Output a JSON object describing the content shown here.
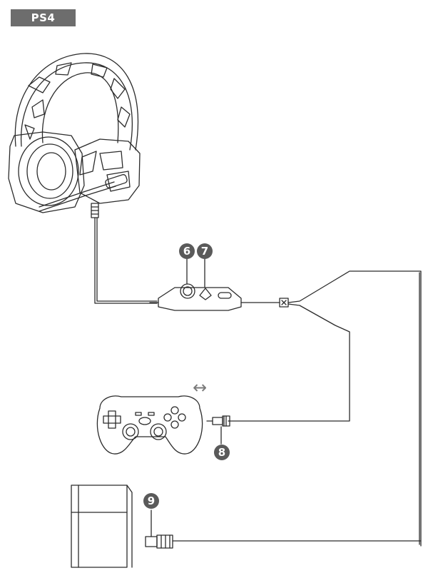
{
  "header": {
    "platform_label": "PS4"
  },
  "callouts": {
    "volume_wheel": "6",
    "mic_switch": "7",
    "audio_jack": "8",
    "usb_plug": "9"
  },
  "arrow_symbol": "↔",
  "colors": {
    "tag_bg": "#6d6d6d",
    "line": "#2b2b2b",
    "badge": "#5a5a5a"
  }
}
